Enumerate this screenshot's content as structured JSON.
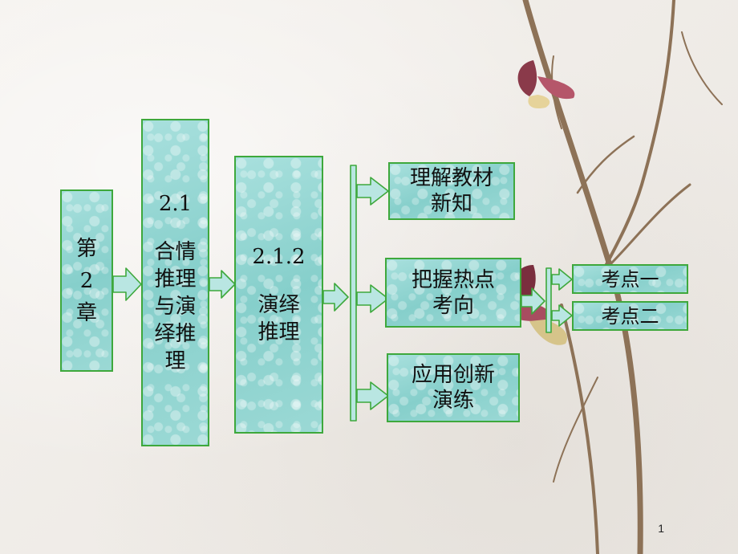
{
  "chapter": {
    "lines": [
      "第",
      "2",
      "章"
    ]
  },
  "section": {
    "number": "2.1",
    "lines": [
      "合情",
      "推理",
      "与演",
      "绎推",
      "理"
    ]
  },
  "subsection": {
    "number": "2.1.2",
    "lines": [
      "演绎",
      "推理"
    ]
  },
  "items": [
    {
      "lines": [
        "理解教材",
        "新知"
      ]
    },
    {
      "lines": [
        "把握热点",
        "考向"
      ]
    },
    {
      "lines": [
        "应用创新",
        "演练"
      ]
    }
  ],
  "points": [
    "考点一",
    "考点二"
  ],
  "page_number": "1",
  "colors": {
    "box_fill": "#94d6d2",
    "border": "#3ea83c",
    "arrow_fill": "#b9e6e2"
  }
}
